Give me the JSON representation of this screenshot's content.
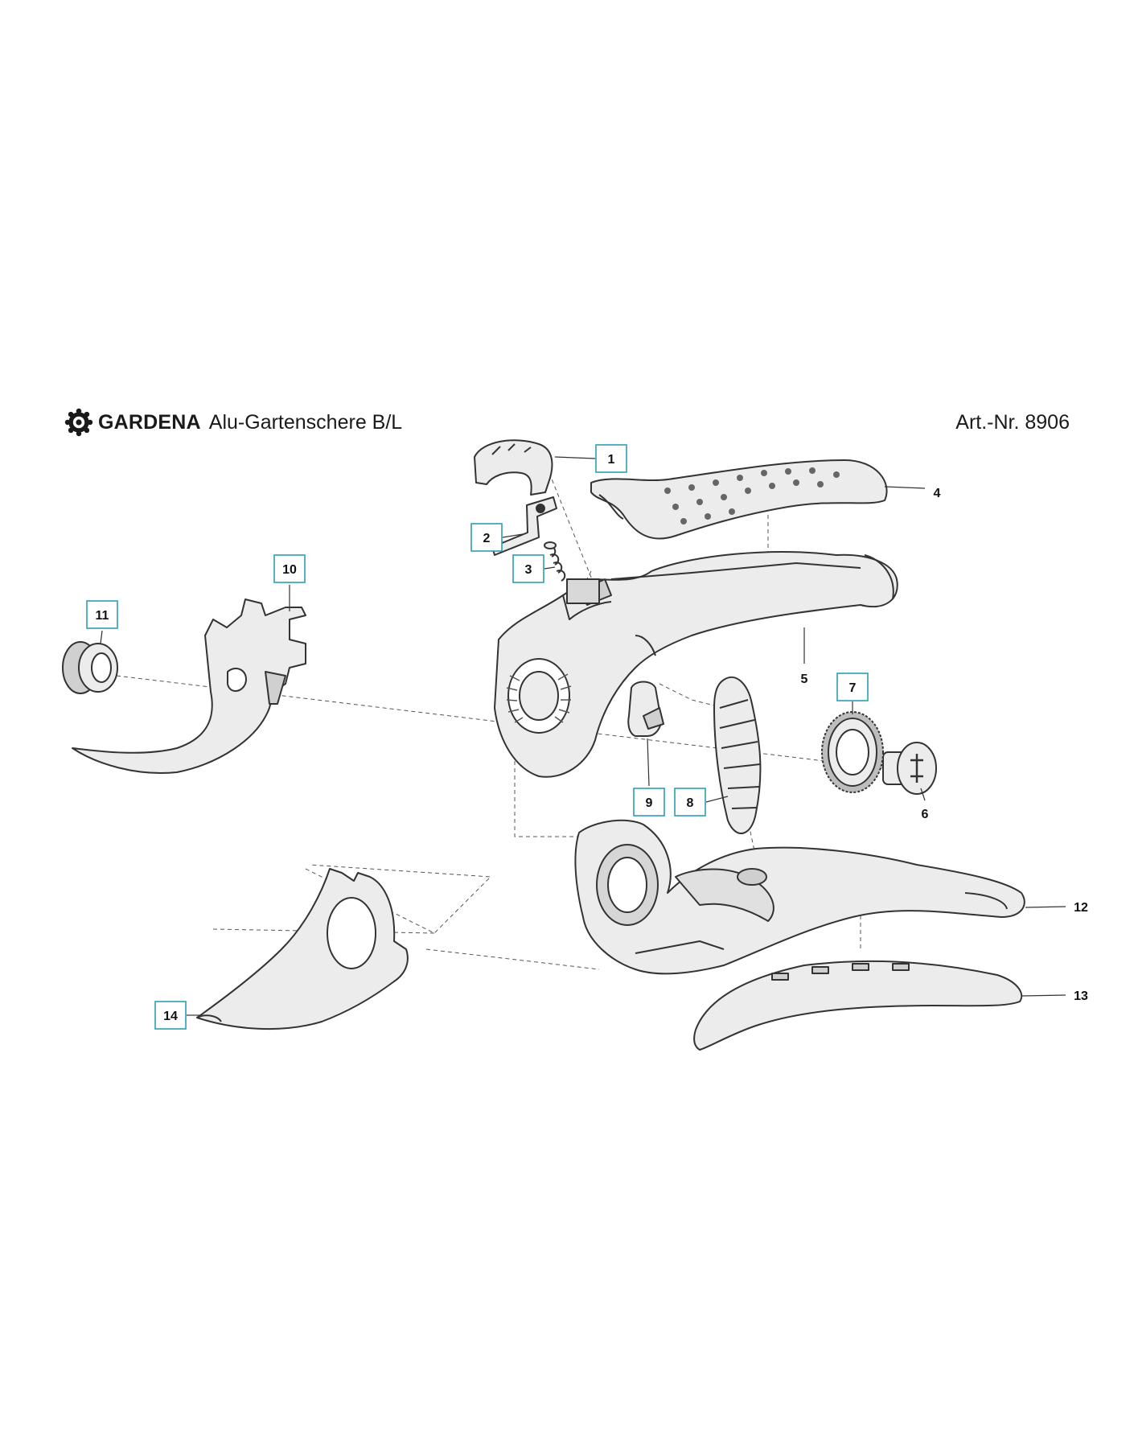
{
  "header": {
    "brand": "GARDENA",
    "product": "Alu-Gartenschere B/L",
    "article_number": "Art.-Nr. 8906"
  },
  "colors": {
    "callout_box": "#2b9fb0",
    "part_fill": "#e2e2e2",
    "outline": "#333333"
  },
  "parts": [
    {
      "id": "part-1",
      "label": "1",
      "boxed": true
    },
    {
      "id": "part-2",
      "label": "2",
      "boxed": true
    },
    {
      "id": "part-3",
      "label": "3",
      "boxed": true
    },
    {
      "id": "part-4",
      "label": "4",
      "boxed": false
    },
    {
      "id": "part-5",
      "label": "5",
      "boxed": false
    },
    {
      "id": "part-6",
      "label": "6",
      "boxed": false
    },
    {
      "id": "part-7",
      "label": "7",
      "boxed": true
    },
    {
      "id": "part-8",
      "label": "8",
      "boxed": true
    },
    {
      "id": "part-9",
      "label": "9",
      "boxed": true
    },
    {
      "id": "part-10",
      "label": "10",
      "boxed": true
    },
    {
      "id": "part-11",
      "label": "11",
      "boxed": true
    },
    {
      "id": "part-12",
      "label": "12",
      "boxed": false
    },
    {
      "id": "part-13",
      "label": "13",
      "boxed": false
    },
    {
      "id": "part-14",
      "label": "14",
      "boxed": true
    }
  ]
}
